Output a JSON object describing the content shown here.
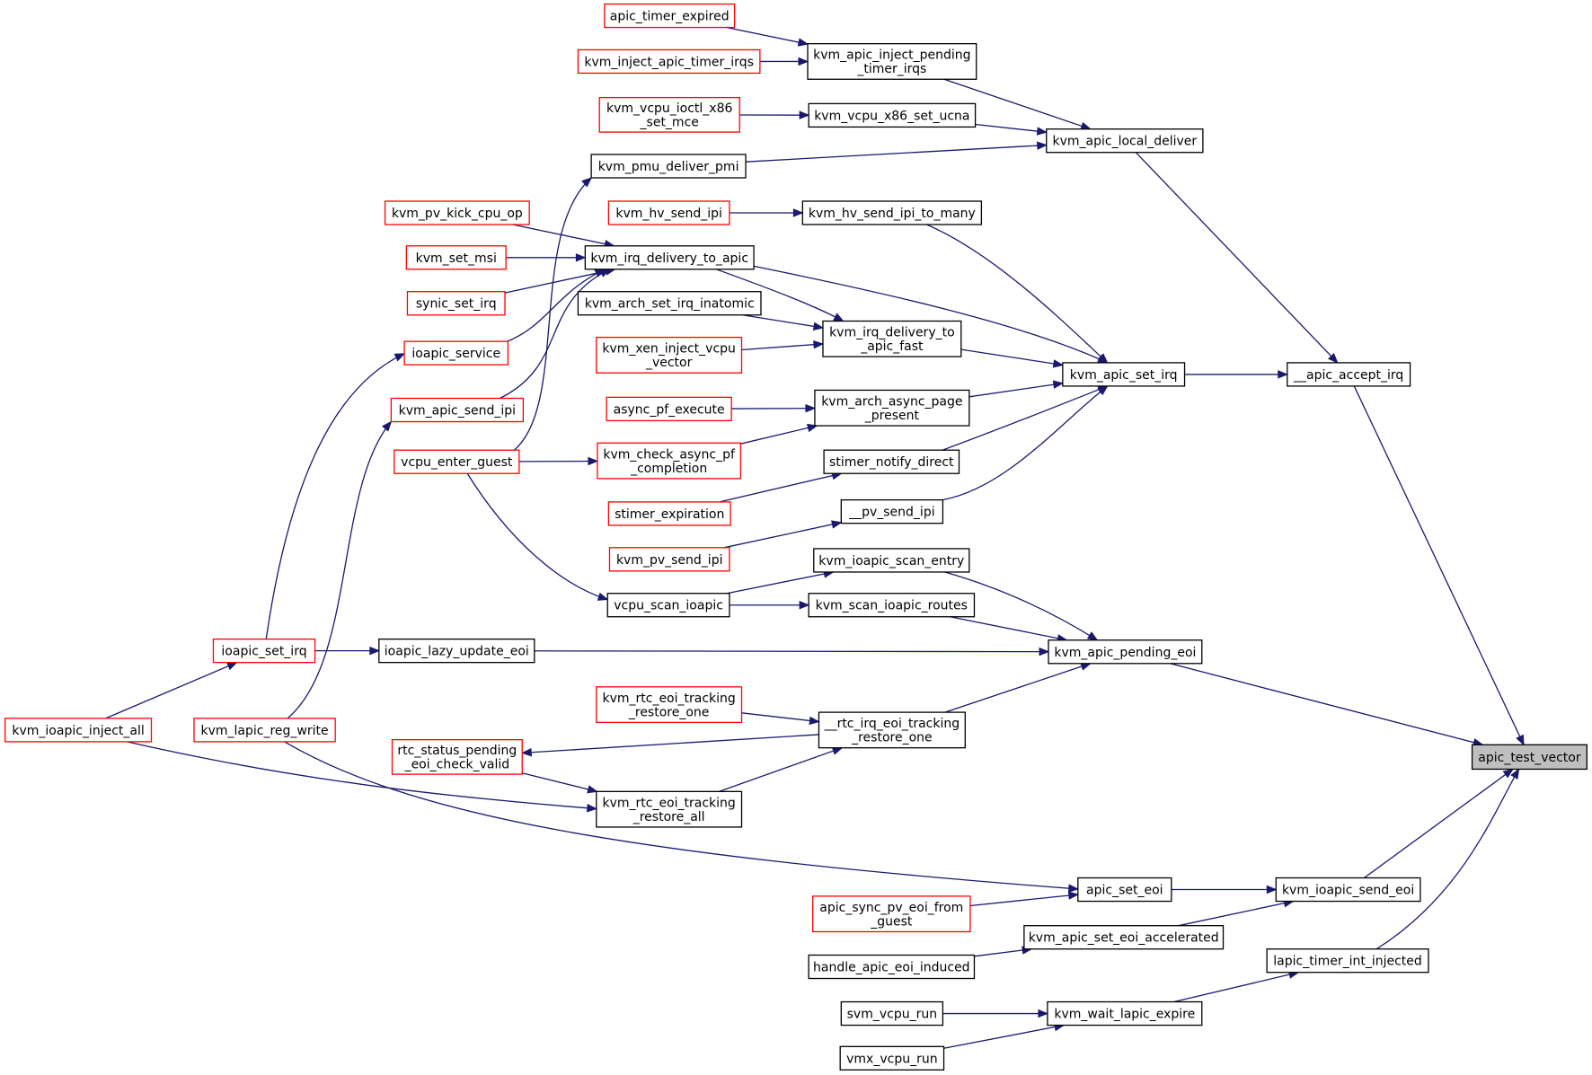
{
  "graph": {
    "focus": "apic_test_vector",
    "colors": {
      "edge": "#191970",
      "truncated_border": "#ff0000",
      "normal_border": "#000000",
      "focus_fill": "#bfbfbf"
    },
    "nodes": [
      {
        "id": "apic_test_vector",
        "lines": [
          "apic_test_vector"
        ],
        "style": "focus"
      },
      {
        "id": "__apic_accept_irq",
        "lines": [
          "__apic_accept_irq"
        ],
        "style": "normal"
      },
      {
        "id": "kvm_apic_local_deliver",
        "lines": [
          "kvm_apic_local_deliver"
        ],
        "style": "normal"
      },
      {
        "id": "kvm_apic_set_irq",
        "lines": [
          "kvm_apic_set_irq"
        ],
        "style": "normal"
      },
      {
        "id": "kvm_apic_pending_eoi",
        "lines": [
          "kvm_apic_pending_eoi"
        ],
        "style": "normal"
      },
      {
        "id": "kvm_ioapic_send_eoi",
        "lines": [
          "kvm_ioapic_send_eoi"
        ],
        "style": "normal"
      },
      {
        "id": "lapic_timer_int_injected",
        "lines": [
          "lapic_timer_int_injected"
        ],
        "style": "normal"
      },
      {
        "id": "apic_timer_expired",
        "lines": [
          "apic_timer_expired"
        ],
        "style": "red"
      },
      {
        "id": "kvm_inject_apic_timer_irqs",
        "lines": [
          "kvm_inject_apic_timer_irqs"
        ],
        "style": "red"
      },
      {
        "id": "kvm_apic_inject_pending_timer_irqs",
        "lines": [
          "kvm_apic_inject_pending",
          "_timer_irqs"
        ],
        "style": "normal"
      },
      {
        "id": "kvm_vcpu_ioctl_x86_set_mce",
        "lines": [
          "kvm_vcpu_ioctl_x86",
          "_set_mce"
        ],
        "style": "red"
      },
      {
        "id": "kvm_vcpu_x86_set_ucna",
        "lines": [
          "kvm_vcpu_x86_set_ucna"
        ],
        "style": "normal"
      },
      {
        "id": "kvm_pmu_deliver_pmi",
        "lines": [
          "kvm_pmu_deliver_pmi"
        ],
        "style": "normal"
      },
      {
        "id": "kvm_pv_kick_cpu_op",
        "lines": [
          "kvm_pv_kick_cpu_op"
        ],
        "style": "red"
      },
      {
        "id": "kvm_hv_send_ipi",
        "lines": [
          "kvm_hv_send_ipi"
        ],
        "style": "red"
      },
      {
        "id": "kvm_hv_send_ipi_to_many",
        "lines": [
          "kvm_hv_send_ipi_to_many"
        ],
        "style": "normal"
      },
      {
        "id": "kvm_set_msi",
        "lines": [
          "kvm_set_msi"
        ],
        "style": "red"
      },
      {
        "id": "kvm_irq_delivery_to_apic",
        "lines": [
          "kvm_irq_delivery_to_apic"
        ],
        "style": "normal"
      },
      {
        "id": "synic_set_irq",
        "lines": [
          "synic_set_irq"
        ],
        "style": "red"
      },
      {
        "id": "kvm_arch_set_irq_inatomic",
        "lines": [
          "kvm_arch_set_irq_inatomic"
        ],
        "style": "normal"
      },
      {
        "id": "kvm_irq_delivery_to_apic_fast",
        "lines": [
          "kvm_irq_delivery_to",
          "_apic_fast"
        ],
        "style": "normal"
      },
      {
        "id": "kvm_xen_inject_vcpu_vector",
        "lines": [
          "kvm_xen_inject_vcpu",
          "_vector"
        ],
        "style": "red"
      },
      {
        "id": "ioapic_service",
        "lines": [
          "ioapic_service"
        ],
        "style": "red"
      },
      {
        "id": "kvm_apic_send_ipi",
        "lines": [
          "kvm_apic_send_ipi"
        ],
        "style": "red"
      },
      {
        "id": "async_pf_execute",
        "lines": [
          "async_pf_execute"
        ],
        "style": "red"
      },
      {
        "id": "kvm_arch_async_page_present",
        "lines": [
          "kvm_arch_async_page",
          "_present"
        ],
        "style": "normal"
      },
      {
        "id": "vcpu_enter_guest",
        "lines": [
          "vcpu_enter_guest"
        ],
        "style": "red"
      },
      {
        "id": "kvm_check_async_pf_completion",
        "lines": [
          "kvm_check_async_pf",
          "_completion"
        ],
        "style": "red"
      },
      {
        "id": "stimer_notify_direct",
        "lines": [
          "stimer_notify_direct"
        ],
        "style": "normal"
      },
      {
        "id": "stimer_expiration",
        "lines": [
          "stimer_expiration"
        ],
        "style": "red"
      },
      {
        "id": "__pv_send_ipi",
        "lines": [
          "__pv_send_ipi"
        ],
        "style": "normal"
      },
      {
        "id": "kvm_pv_send_ipi",
        "lines": [
          "kvm_pv_send_ipi"
        ],
        "style": "red"
      },
      {
        "id": "kvm_ioapic_scan_entry",
        "lines": [
          "kvm_ioapic_scan_entry"
        ],
        "style": "normal"
      },
      {
        "id": "vcpu_scan_ioapic",
        "lines": [
          "vcpu_scan_ioapic"
        ],
        "style": "normal"
      },
      {
        "id": "kvm_scan_ioapic_routes",
        "lines": [
          "kvm_scan_ioapic_routes"
        ],
        "style": "normal"
      },
      {
        "id": "ioapic_set_irq",
        "lines": [
          "ioapic_set_irq"
        ],
        "style": "red"
      },
      {
        "id": "ioapic_lazy_update_eoi",
        "lines": [
          "ioapic_lazy_update_eoi"
        ],
        "style": "normal"
      },
      {
        "id": "kvm_ioapic_inject_all",
        "lines": [
          "kvm_ioapic_inject_all"
        ],
        "style": "red"
      },
      {
        "id": "kvm_lapic_reg_write",
        "lines": [
          "kvm_lapic_reg_write"
        ],
        "style": "red"
      },
      {
        "id": "kvm_rtc_eoi_tracking_restore_one",
        "lines": [
          "kvm_rtc_eoi_tracking",
          "_restore_one"
        ],
        "style": "red"
      },
      {
        "id": "__rtc_irq_eoi_tracking_restore_one",
        "lines": [
          "__rtc_irq_eoi_tracking",
          "_restore_one"
        ],
        "style": "normal"
      },
      {
        "id": "rtc_status_pending_eoi_check_valid",
        "lines": [
          "rtc_status_pending",
          "_eoi_check_valid"
        ],
        "style": "red"
      },
      {
        "id": "kvm_rtc_eoi_tracking_restore_all",
        "lines": [
          "kvm_rtc_eoi_tracking",
          "_restore_all"
        ],
        "style": "normal"
      },
      {
        "id": "apic_set_eoi",
        "lines": [
          "apic_set_eoi"
        ],
        "style": "normal"
      },
      {
        "id": "apic_sync_pv_eoi_from_guest",
        "lines": [
          "apic_sync_pv_eoi_from",
          "_guest"
        ],
        "style": "red"
      },
      {
        "id": "kvm_apic_set_eoi_accelerated",
        "lines": [
          "kvm_apic_set_eoi_accelerated"
        ],
        "style": "normal"
      },
      {
        "id": "handle_apic_eoi_induced",
        "lines": [
          "handle_apic_eoi_induced"
        ],
        "style": "normal"
      },
      {
        "id": "kvm_wait_lapic_expire",
        "lines": [
          "kvm_wait_lapic_expire"
        ],
        "style": "normal"
      },
      {
        "id": "svm_vcpu_run",
        "lines": [
          "svm_vcpu_run"
        ],
        "style": "normal"
      },
      {
        "id": "vmx_vcpu_run",
        "lines": [
          "vmx_vcpu_run"
        ],
        "style": "normal"
      }
    ],
    "edges": [
      [
        "__apic_accept_irq",
        "apic_test_vector"
      ],
      [
        "kvm_apic_pending_eoi",
        "apic_test_vector"
      ],
      [
        "kvm_ioapic_send_eoi",
        "apic_test_vector"
      ],
      [
        "lapic_timer_int_injected",
        "apic_test_vector"
      ],
      [
        "kvm_apic_local_deliver",
        "__apic_accept_irq"
      ],
      [
        "kvm_apic_set_irq",
        "__apic_accept_irq"
      ],
      [
        "kvm_apic_inject_pending_timer_irqs",
        "kvm_apic_local_deliver"
      ],
      [
        "kvm_vcpu_x86_set_ucna",
        "kvm_apic_local_deliver"
      ],
      [
        "kvm_pmu_deliver_pmi",
        "kvm_apic_local_deliver"
      ],
      [
        "apic_timer_expired",
        "kvm_apic_inject_pending_timer_irqs"
      ],
      [
        "kvm_inject_apic_timer_irqs",
        "kvm_apic_inject_pending_timer_irqs"
      ],
      [
        "kvm_vcpu_ioctl_x86_set_mce",
        "kvm_vcpu_x86_set_ucna"
      ],
      [
        "vcpu_enter_guest",
        "kvm_pmu_deliver_pmi"
      ],
      [
        "kvm_hv_send_ipi_to_many",
        "kvm_apic_set_irq"
      ],
      [
        "kvm_irq_delivery_to_apic",
        "kvm_apic_set_irq"
      ],
      [
        "kvm_irq_delivery_to_apic_fast",
        "kvm_apic_set_irq"
      ],
      [
        "kvm_arch_async_page_present",
        "kvm_apic_set_irq"
      ],
      [
        "stimer_notify_direct",
        "kvm_apic_set_irq"
      ],
      [
        "__pv_send_ipi",
        "kvm_apic_set_irq"
      ],
      [
        "kvm_hv_send_ipi",
        "kvm_hv_send_ipi_to_many"
      ],
      [
        "kvm_pv_kick_cpu_op",
        "kvm_irq_delivery_to_apic"
      ],
      [
        "kvm_set_msi",
        "kvm_irq_delivery_to_apic"
      ],
      [
        "synic_set_irq",
        "kvm_irq_delivery_to_apic"
      ],
      [
        "ioapic_service",
        "kvm_irq_delivery_to_apic"
      ],
      [
        "kvm_apic_send_ipi",
        "kvm_irq_delivery_to_apic"
      ],
      [
        "kvm_irq_delivery_to_apic",
        "kvm_irq_delivery_to_apic_fast"
      ],
      [
        "kvm_arch_set_irq_inatomic",
        "kvm_irq_delivery_to_apic_fast"
      ],
      [
        "kvm_xen_inject_vcpu_vector",
        "kvm_irq_delivery_to_apic_fast"
      ],
      [
        "async_pf_execute",
        "kvm_arch_async_page_present"
      ],
      [
        "kvm_check_async_pf_completion",
        "kvm_arch_async_page_present"
      ],
      [
        "vcpu_enter_guest",
        "kvm_check_async_pf_completion"
      ],
      [
        "stimer_expiration",
        "stimer_notify_direct"
      ],
      [
        "kvm_pv_send_ipi",
        "__pv_send_ipi"
      ],
      [
        "ioapic_set_irq",
        "ioapic_service"
      ],
      [
        "kvm_lapic_reg_write",
        "kvm_apic_send_ipi"
      ],
      [
        "kvm_ioapic_scan_entry",
        "kvm_apic_pending_eoi"
      ],
      [
        "kvm_scan_ioapic_routes",
        "kvm_apic_pending_eoi"
      ],
      [
        "ioapic_lazy_update_eoi",
        "kvm_apic_pending_eoi"
      ],
      [
        "__rtc_irq_eoi_tracking_restore_one",
        "kvm_apic_pending_eoi"
      ],
      [
        "vcpu_scan_ioapic",
        "kvm_ioapic_scan_entry"
      ],
      [
        "vcpu_scan_ioapic",
        "kvm_scan_ioapic_routes"
      ],
      [
        "vcpu_enter_guest",
        "vcpu_scan_ioapic"
      ],
      [
        "ioapic_set_irq",
        "ioapic_lazy_update_eoi"
      ],
      [
        "kvm_ioapic_inject_all",
        "ioapic_set_irq"
      ],
      [
        "kvm_rtc_eoi_tracking_restore_one",
        "__rtc_irq_eoi_tracking_restore_one"
      ],
      [
        "kvm_rtc_eoi_tracking_restore_all",
        "__rtc_irq_eoi_tracking_restore_one"
      ],
      [
        "__rtc_irq_eoi_tracking_restore_one",
        "rtc_status_pending_eoi_check_valid"
      ],
      [
        "rtc_status_pending_eoi_check_valid",
        "kvm_rtc_eoi_tracking_restore_all"
      ],
      [
        "kvm_ioapic_inject_all",
        "kvm_rtc_eoi_tracking_restore_all"
      ],
      [
        "apic_set_eoi",
        "kvm_ioapic_send_eoi"
      ],
      [
        "kvm_apic_set_eoi_accelerated",
        "kvm_ioapic_send_eoi"
      ],
      [
        "kvm_lapic_reg_write",
        "apic_set_eoi"
      ],
      [
        "apic_sync_pv_eoi_from_guest",
        "apic_set_eoi"
      ],
      [
        "handle_apic_eoi_induced",
        "kvm_apic_set_eoi_accelerated"
      ],
      [
        "kvm_wait_lapic_expire",
        "lapic_timer_int_injected"
      ],
      [
        "svm_vcpu_run",
        "kvm_wait_lapic_expire"
      ],
      [
        "vmx_vcpu_run",
        "kvm_wait_lapic_expire"
      ]
    ]
  }
}
